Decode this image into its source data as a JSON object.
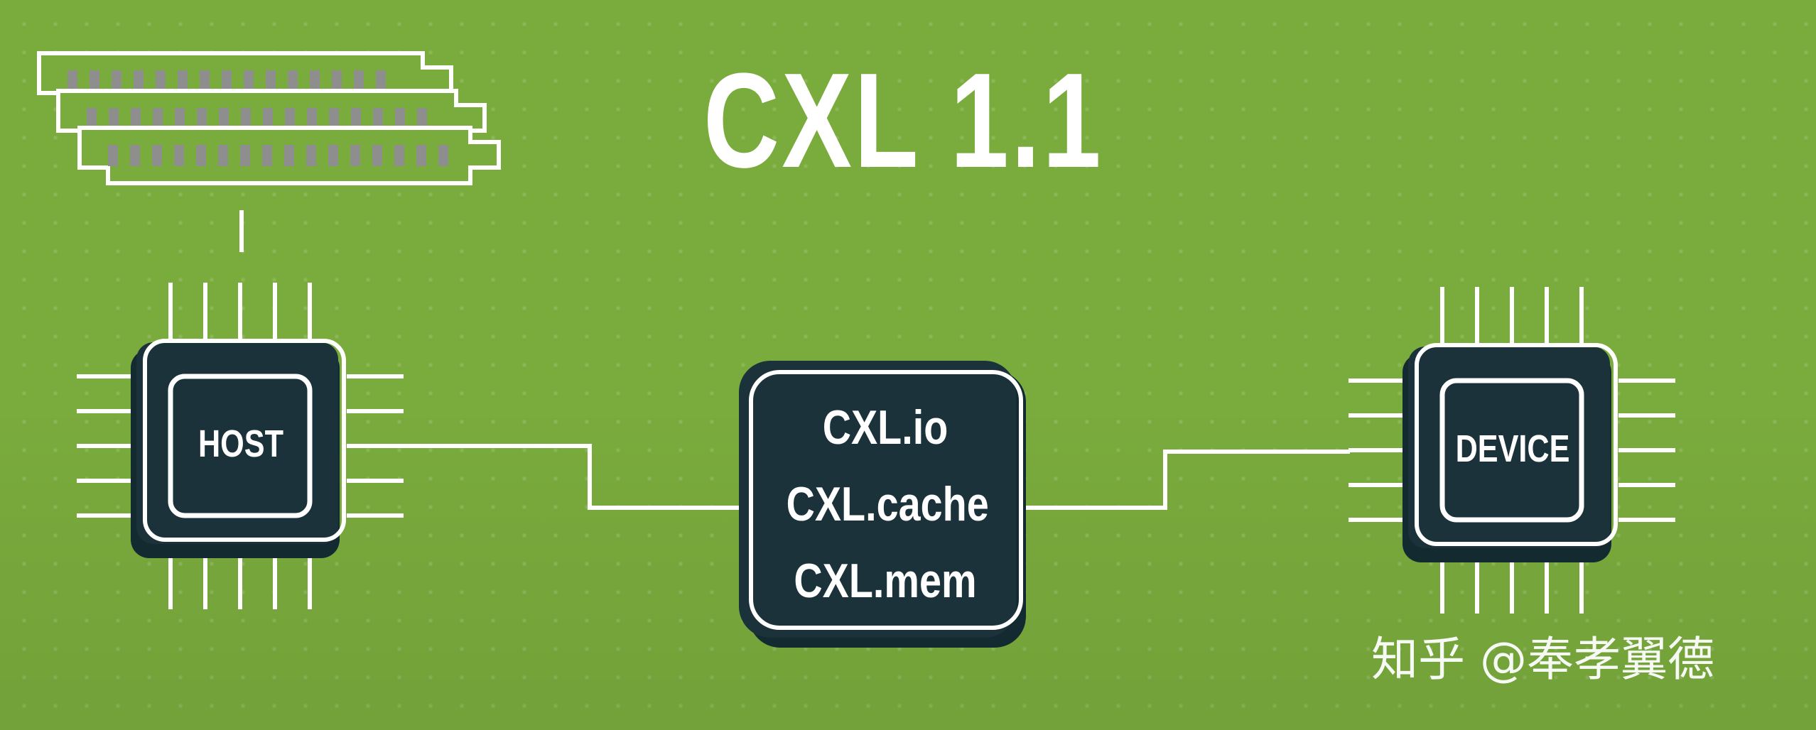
{
  "diagram": {
    "title": "CXL 1.1",
    "host": {
      "label": "HOST"
    },
    "device": {
      "label": "DEVICE"
    },
    "protocols": [
      "CXL.io",
      "CXL.cache",
      "CXL.mem"
    ]
  },
  "watermark": "知乎 @奉孝翼德",
  "colors": {
    "background": "#7aab3d",
    "chip_fill": "#1b323a",
    "line": "#ffffff",
    "memory_pin": "#8e8e8e"
  },
  "icons": [
    "memory-module-icon",
    "host-chip-icon",
    "device-chip-icon"
  ]
}
